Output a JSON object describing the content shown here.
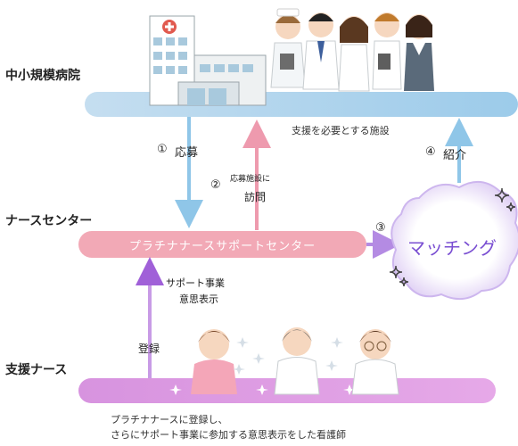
{
  "rows": {
    "hospital": {
      "label": "中小規模病院",
      "caption": "支援を必要とする施設"
    },
    "nurse_center": {
      "label": "ナースセンター",
      "bar_text": "プラチナナースサポートセンター"
    },
    "support_nurse": {
      "label": "支援ナース"
    }
  },
  "flow": {
    "step1": {
      "num": "①",
      "label": "応募"
    },
    "step2": {
      "num": "②",
      "line1": "応募施設に",
      "line2": "訪問"
    },
    "step3": {
      "num": "③"
    },
    "step4": {
      "num": "④",
      "label": "紹介"
    },
    "matching": "マッチング",
    "support_intent": {
      "line1": "サポート事業",
      "line2": "意思表示"
    },
    "registration": "登録"
  },
  "footer": {
    "line1": "プラチナナースに登録し、",
    "line2": "さらにサポート事業に参加する意思表示をした看護師"
  },
  "colors": {
    "hospital_bar": "#b9d8ee",
    "center_bar": "#f2a9b6",
    "nurse_bar": "#d99ce0",
    "blue_arrow": "#8fc6e8",
    "pink_arrow": "#ee9aae",
    "purple_arrow": "#a866dc",
    "matching_text": "#7a4fd2"
  }
}
